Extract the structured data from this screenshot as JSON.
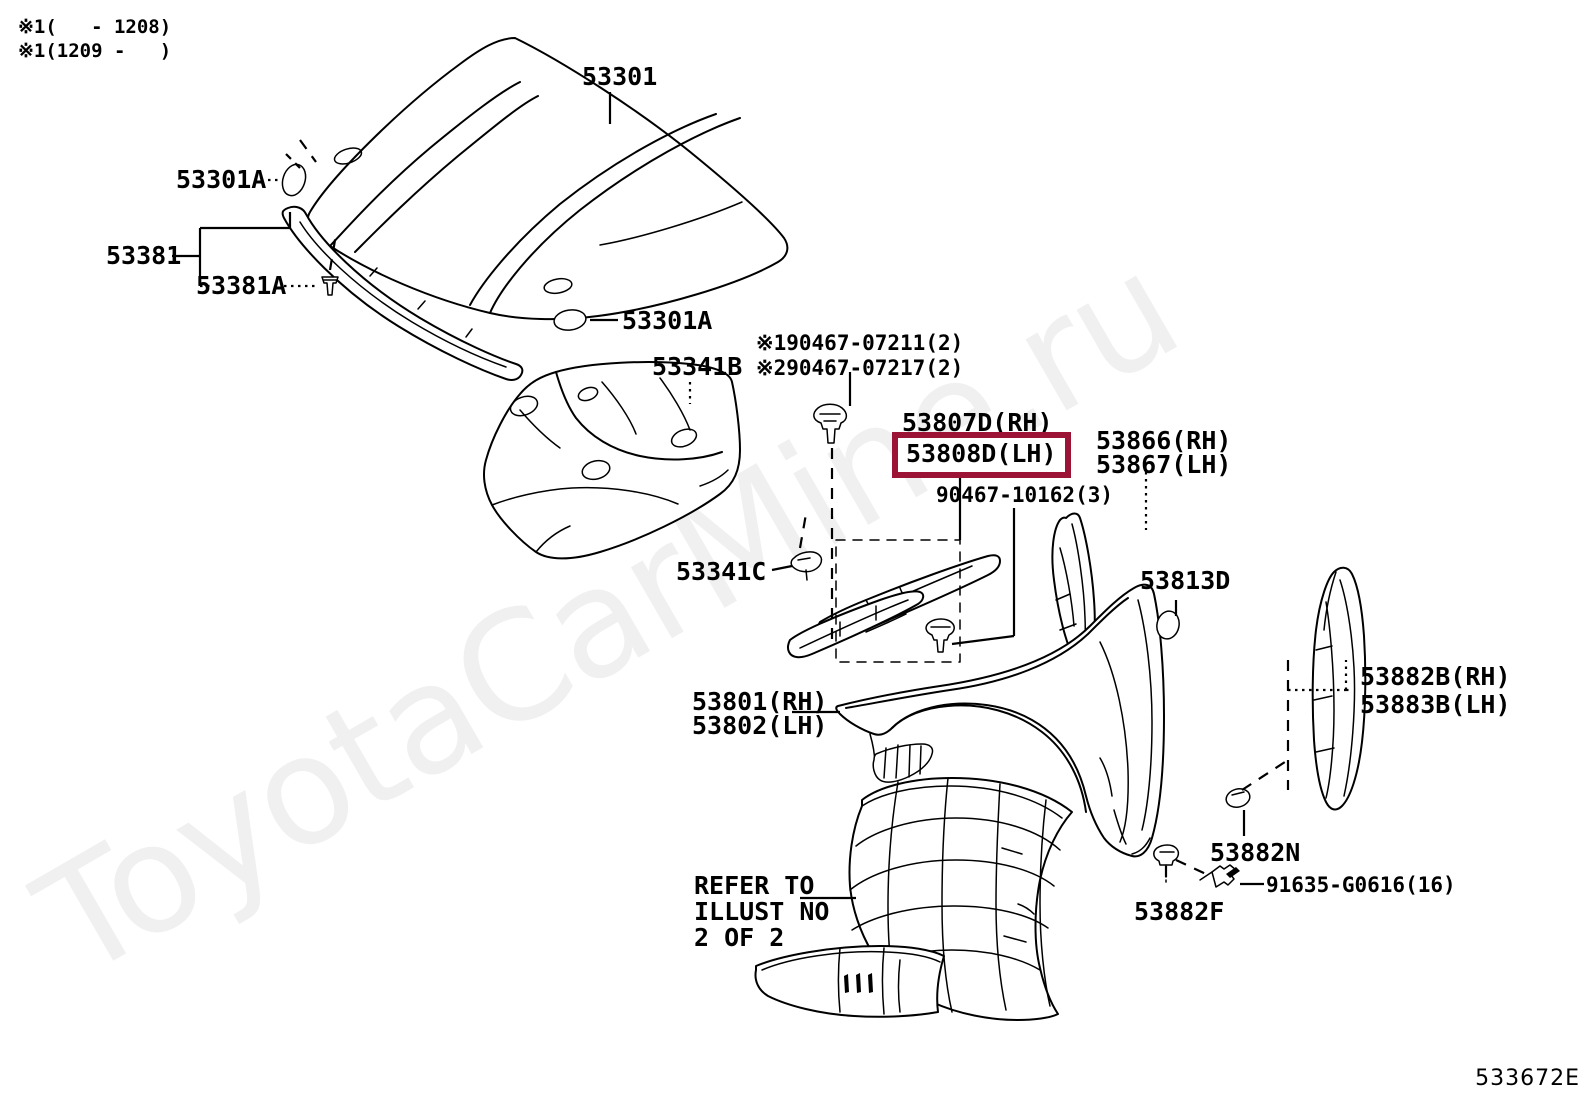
{
  "diagram": {
    "sheet_id": "533672E",
    "watermark_text": "ToyotaCarMine.ru",
    "highlight_color": "#9b1335",
    "notes": [
      {
        "marker": "※1",
        "text": "(   - 1208)"
      },
      {
        "marker": "※1",
        "text": "(1209 -   )"
      }
    ],
    "fastener_notes": [
      {
        "marker": "※1",
        "text": "90467-07211(2)"
      },
      {
        "marker": "※2",
        "text": "90467-07217(2)"
      }
    ],
    "labels": [
      {
        "id": "hood",
        "text": "53301"
      },
      {
        "id": "hood-cushion-upper",
        "text": "53301A"
      },
      {
        "id": "hood-cushion-lower",
        "text": "53301A"
      },
      {
        "id": "hood-seal-group",
        "text": "53381"
      },
      {
        "id": "hood-seal-clip",
        "text": "53381A"
      },
      {
        "id": "hood-insulator",
        "text": "53341B"
      },
      {
        "id": "hood-insulator-clip",
        "text": "53341C"
      },
      {
        "id": "cowl-side-trim-rh",
        "text": "53807D(RH)"
      },
      {
        "id": "cowl-side-trim-lh",
        "text": "53808D(LH)"
      },
      {
        "id": "cowl-trim-clip",
        "text": "90467-10162(3)"
      },
      {
        "id": "fender-seal-rh",
        "text": "53866(RH)"
      },
      {
        "id": "fender-seal-lh",
        "text": "53867(LH)"
      },
      {
        "id": "fender-pad",
        "text": "53813D"
      },
      {
        "id": "fender-panel-rh",
        "text": "53801(RH)"
      },
      {
        "id": "fender-panel-lh",
        "text": "53802(LH)"
      },
      {
        "id": "fender-apron-seal-rh",
        "text": "53882B(RH)"
      },
      {
        "id": "fender-apron-seal-lh",
        "text": "53883B(LH)"
      },
      {
        "id": "fender-liner-clip",
        "text": "53882N"
      },
      {
        "id": "fender-liner-retainer",
        "text": "53882F"
      },
      {
        "id": "screw",
        "text": "91635-G0616(16)"
      }
    ],
    "refer_note": {
      "line1": "REFER TO",
      "line2": "ILLUST NO",
      "line3": "2 OF 2"
    }
  }
}
